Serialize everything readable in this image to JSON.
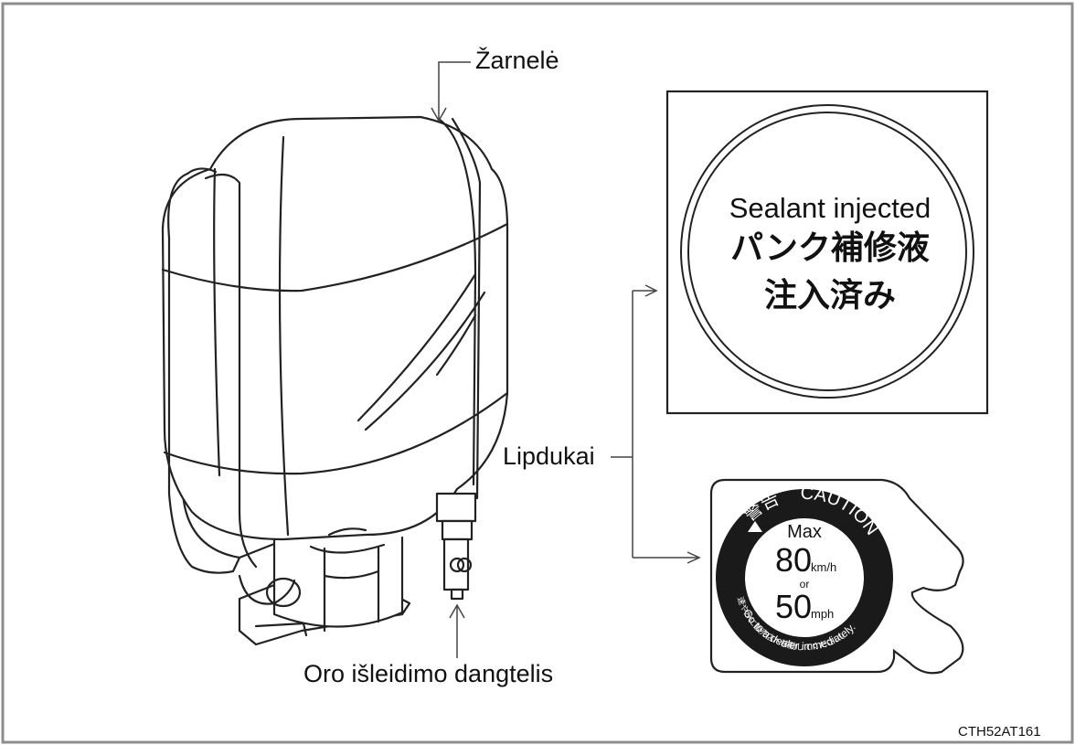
{
  "labels": {
    "hose": "Žarnelė",
    "stickers": "Lipdukai",
    "vent_cap": "Oro išleidimo dangtelis"
  },
  "sticker_round": {
    "line1": "Sealant injected",
    "line2": "パンク補修液",
    "line3": "注入済み"
  },
  "sticker_caution": {
    "header_jp": "警告",
    "header_en": "CAUTION",
    "max": "Max",
    "speed1": "80",
    "unit1": "km/h",
    "or": "or",
    "speed2": "50",
    "unit2": "mph",
    "arc_jp": "速やかに販売店へ移動してください。",
    "arc_en": "Go to a dealer immediately."
  },
  "figure_code": "CTH52AT161",
  "colors": {
    "line": "#222222",
    "frame": "#9a9a9a",
    "sticker_dark": "#1a1a1a"
  }
}
